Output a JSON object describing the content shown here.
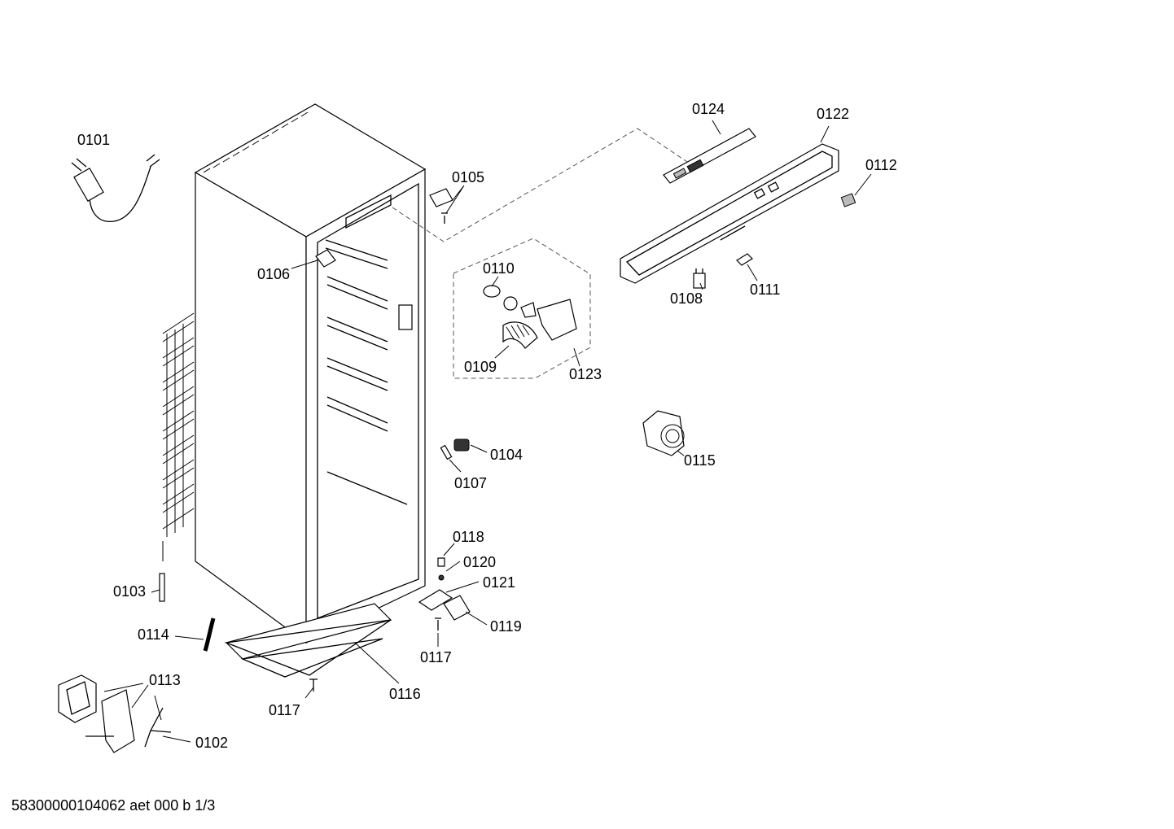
{
  "diagram": {
    "parts": [
      {
        "id": "p0101",
        "number": "0101"
      },
      {
        "id": "p0102",
        "number": "0102"
      },
      {
        "id": "p0103",
        "number": "0103"
      },
      {
        "id": "p0104",
        "number": "0104"
      },
      {
        "id": "p0105",
        "number": "0105"
      },
      {
        "id": "p0106",
        "number": "0106"
      },
      {
        "id": "p0107",
        "number": "0107"
      },
      {
        "id": "p0108",
        "number": "0108"
      },
      {
        "id": "p0109",
        "number": "0109"
      },
      {
        "id": "p0110",
        "number": "0110"
      },
      {
        "id": "p0111",
        "number": "0111"
      },
      {
        "id": "p0112",
        "number": "0112"
      },
      {
        "id": "p0113",
        "number": "0113"
      },
      {
        "id": "p0114",
        "number": "0114"
      },
      {
        "id": "p0115",
        "number": "0115"
      },
      {
        "id": "p0116",
        "number": "0116"
      },
      {
        "id": "p0117a",
        "number": "0117"
      },
      {
        "id": "p0117b",
        "number": "0117"
      },
      {
        "id": "p0118",
        "number": "0118"
      },
      {
        "id": "p0119",
        "number": "0119"
      },
      {
        "id": "p0120",
        "number": "0120"
      },
      {
        "id": "p0121",
        "number": "0121"
      },
      {
        "id": "p0122",
        "number": "0122"
      },
      {
        "id": "p0123",
        "number": "0123"
      },
      {
        "id": "p0124",
        "number": "0124"
      }
    ],
    "footer": "58300000104062 aet 000 b 1/3"
  }
}
